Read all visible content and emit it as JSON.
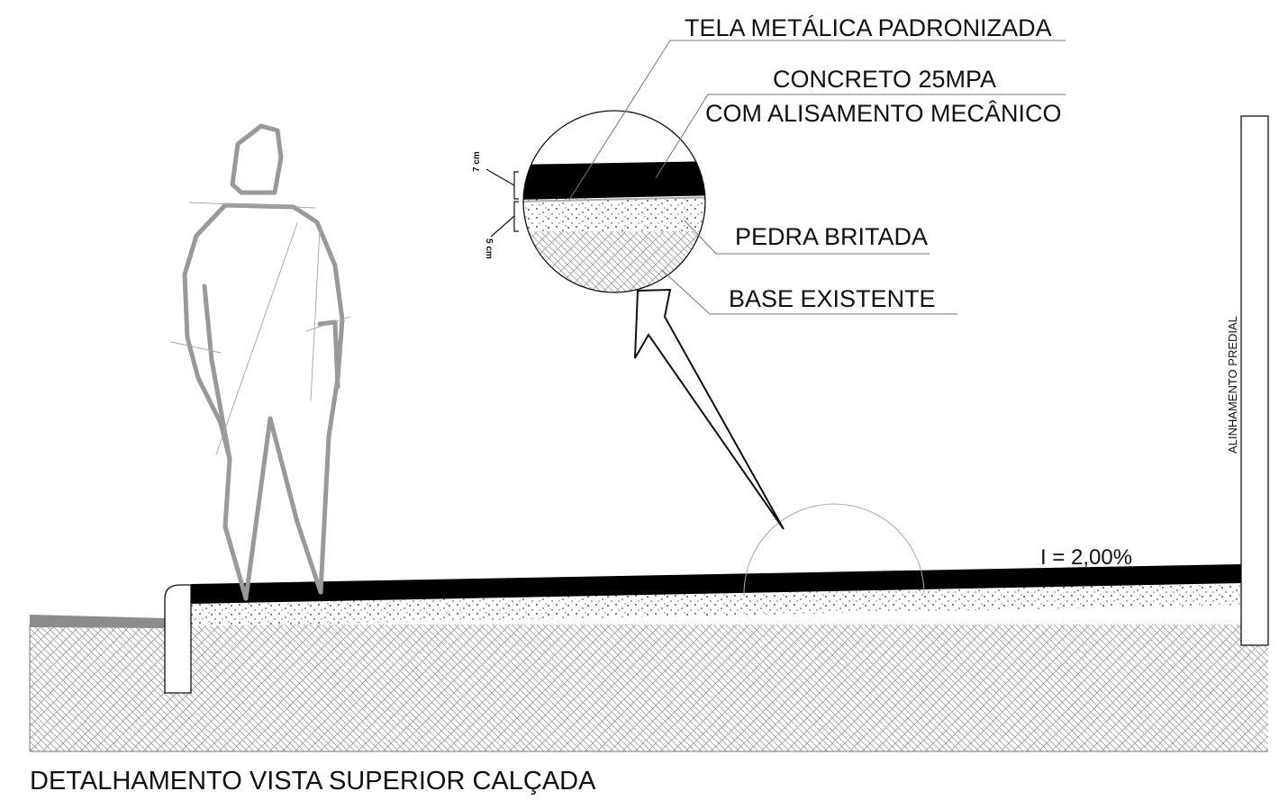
{
  "drawing": {
    "title": "DETALHAMENTO VISTA SUPERIOR CALÇADA",
    "slope_label": "I = 2,00%",
    "property_line_label": "ALINHAMENTO PREDIAL"
  },
  "layers": {
    "mesh": "TELA METÁLICA PADRONIZADA",
    "concrete_line1": "CONCRETO 25MPA",
    "concrete_line2": "COM ALISAMENTO MECÂNICO",
    "gravel": "PEDRA BRITADA",
    "base": "BASE EXISTENTE"
  },
  "dimensions": {
    "concrete_thickness": "7 cm",
    "gravel_thickness": "5 cm"
  },
  "colors": {
    "line": "#111111",
    "concrete": "#000000",
    "figure": "#999999",
    "hatch": "#9a9a9a",
    "leader": "#777777"
  }
}
